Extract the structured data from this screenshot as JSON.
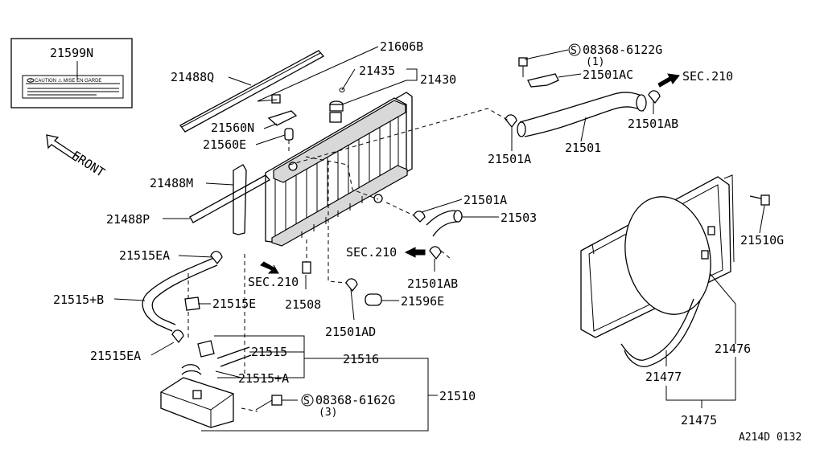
{
  "labels": {
    "p21599N": "21599N",
    "p21606B": "21606B",
    "p21488Q": "21488Q",
    "p21435": "21435",
    "p21430": "21430",
    "p21560N": "21560N",
    "p21560E": "21560E",
    "p21488M": "21488M",
    "p21488P": "21488P",
    "p21515EA_top": "21515EA",
    "p21515B": "21515+B",
    "p21515E": "21515E",
    "p21515EA_bottom": "21515EA",
    "p21515": "21515",
    "p21516": "21516",
    "p21515A": "21515+A",
    "p21510": "21510",
    "p21508": "21508",
    "sec210_left": "SEC.210",
    "sec210_mid": "SEC.210",
    "sec210_right": "SEC.210",
    "p21501AD": "21501AD",
    "p21596E": "21596E",
    "p21501AB_mid": "21501AB",
    "p21501A_mid": "21501A",
    "p21503": "21503",
    "p21501A_top": "21501A",
    "p21501": "21501",
    "p21501AB_top": "21501AB",
    "p21501AC": "21501AC",
    "bolt_top_num": "08368-6122G",
    "bolt_top_qty": "(1)",
    "bolt_bottom_num": "08368-6162G",
    "bolt_bottom_qty": "(3)",
    "screw_symbol": "S",
    "p21510G": "21510G",
    "p21476": "21476",
    "p21477": "21477",
    "p21475": "21475",
    "front": "FRONT",
    "diagram_code": "A214D 0132"
  }
}
